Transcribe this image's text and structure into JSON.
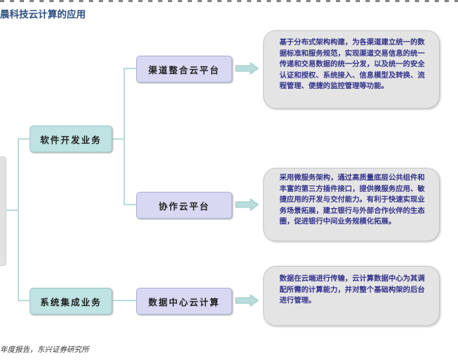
{
  "title": "晨科技云计算的应用",
  "level1": [
    {
      "label": "软件开发业务"
    },
    {
      "label": "系统集成业务"
    }
  ],
  "level2": [
    {
      "label": "渠道整合云平台",
      "desc": "基于分布式架构构建，为各渠道建立统一的数据标准和服务规范，实现渠道交易信息的统一传递和交易数据的统一分发，以及统一的安全认证和授权、系统接入、信息模型及转换、流程管理、便捷的监控管理等功能。"
    },
    {
      "label": "协作云平台",
      "desc": "采用微服务架构，通过高质量底层公共组件和丰富的第三方插件接口，提供微服务应用、敏捷应用的开发与交付能力。有利于快速实现业务场景拓展，建立银行与外部合作伙伴的生态圈，促进银行中间业务规模化拓展。"
    },
    {
      "label": "数据中心云计算",
      "desc": "数据在云端进行传输，云计算数据中心为其调配所需的计算能力，并对整个基础构架的后台进行管理。"
    }
  ],
  "source": "年度报告，东兴证券研究所",
  "colors": {
    "teal": "#bfe2e2",
    "lavender": "#d8d8f2",
    "desc_text": "#34348c",
    "title": "#2d4f82"
  }
}
